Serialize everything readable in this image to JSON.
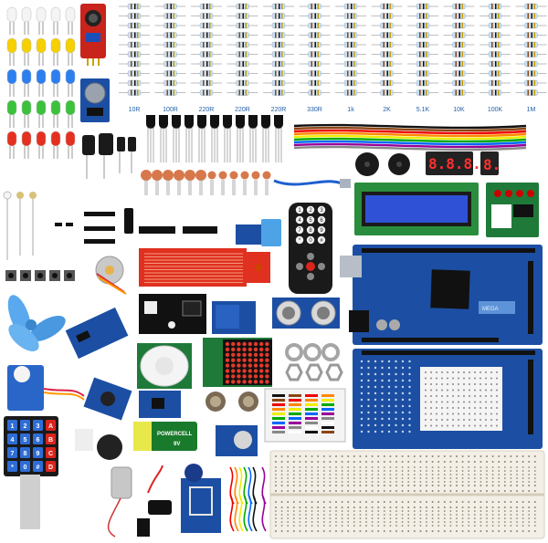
{
  "resistor_labels": [
    "10R",
    "100R",
    "220R",
    "220R",
    "220R",
    "330R",
    "1k",
    "2K",
    "5.1K",
    "10K",
    "100K",
    "1M"
  ],
  "seven_segment_4digit": "8.8.8.8.",
  "seven_segment_1digit": "8.",
  "mega_board_label": "MEGA",
  "battery_label": "POWERCELL",
  "battery_sublabel": "9V",
  "keypad_keys": [
    "1",
    "2",
    "3",
    "A",
    "4",
    "5",
    "6",
    "B",
    "7",
    "8",
    "9",
    "C",
    "*",
    "0",
    "#",
    "D"
  ],
  "remote_keys": [
    "1",
    "2",
    "3",
    "4",
    "5",
    "6",
    "7",
    "8",
    "9",
    "*",
    "0",
    "#"
  ],
  "led_colors": [
    "#f4f4f4",
    "#f6d000",
    "#2d7ff0",
    "#3cc13c",
    "#e53020"
  ],
  "colors": {
    "pcb_blue": "#1c4fa3",
    "pcb_green": "#1f7a3a",
    "servo_blue": "#2a66c8",
    "sensor_red": "#e0301f",
    "breadboard": "#f3efe6",
    "resistor_body": "#cfe1f0",
    "fan_blue": "#5aa9ee"
  }
}
